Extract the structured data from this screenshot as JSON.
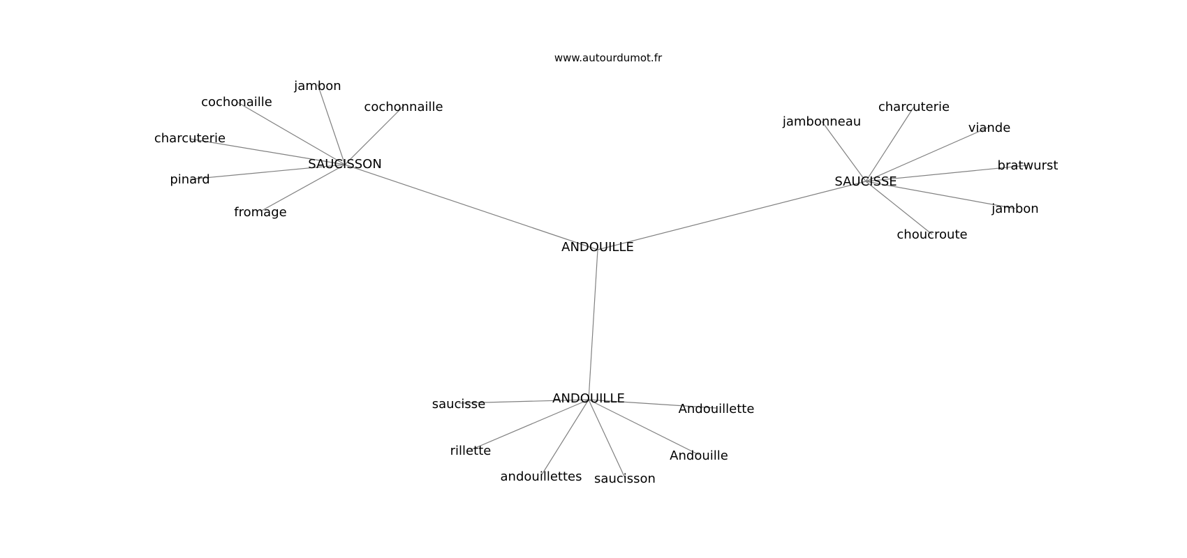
{
  "source_label": "www.autourdumot.fr",
  "center": {
    "label": "ANDOUILLE"
  },
  "clusters": [
    {
      "hub": "SAUCISSON",
      "words": [
        "jambon",
        "cochonaille",
        "cochonnaille",
        "charcuterie",
        "pinard",
        "fromage"
      ]
    },
    {
      "hub": "SAUCISSE",
      "words": [
        "charcuterie",
        "jambonneau",
        "viande",
        "bratwurst",
        "jambon",
        "choucroute"
      ]
    },
    {
      "hub": "ANDOUILLE",
      "words": [
        "saucisse",
        "Andouillette",
        "rillette",
        "Andouille",
        "andouillettes",
        "saucisson"
      ]
    }
  ],
  "colors": {
    "edge": "#808080",
    "text": "#000000",
    "background": "#ffffff"
  }
}
